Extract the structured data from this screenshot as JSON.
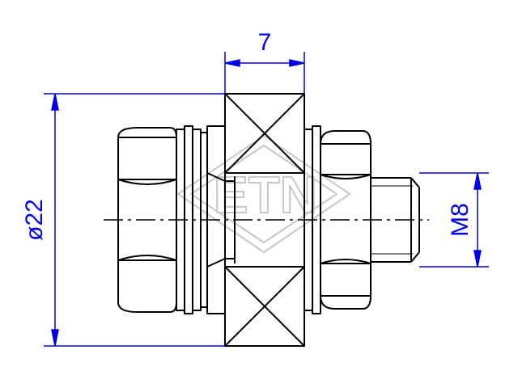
{
  "colors": {
    "part": "#000000",
    "dimension": "#0000e6",
    "watermark": "#c8c8c8"
  },
  "dimensions": {
    "width": "7",
    "diameter": "ø22",
    "thread": "M8"
  },
  "watermark": {
    "text": "ETN"
  }
}
